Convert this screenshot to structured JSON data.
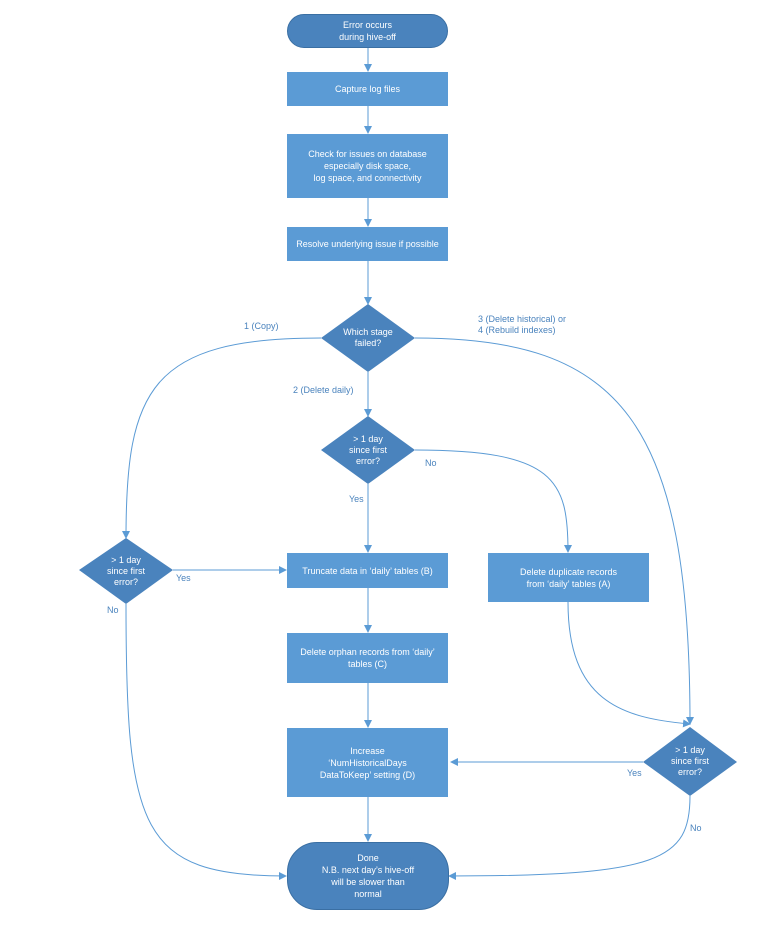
{
  "nodes": {
    "start": "Error occurs\nduring hive-off",
    "capture": "Capture log files",
    "check": "Check for issues on database\nespecially disk space,\nlog space, and connectivity",
    "resolve": "Resolve underlying issue if possible",
    "which_stage": "Which stage\nfailed?",
    "gt1_mid": "> 1 day\nsince first\nerror?",
    "gt1_left": "> 1 day\nsince first\nerror?",
    "gt1_right": "> 1 day\nsince first\nerror?",
    "truncate": "Truncate data in ‘daily’ tables (B)",
    "delete_dup": "Delete duplicate records\nfrom ‘daily’ tables (A)",
    "delete_orphan": "Delete orphan records from ‘daily’\ntables (C)",
    "increase": "Increase\n‘NumHistoricalDays\nDataToKeep’ setting (D)",
    "done": "Done\nN.B. next day’s hive-off\nwill be slower than\nnormal"
  },
  "edge_labels": {
    "copy": "1 (Copy)",
    "delete_daily": "2 (Delete daily)",
    "hist_rebuild": "3 (Delete historical) or\n4 (Rebuild indexes)",
    "mid_no": "No",
    "mid_yes": "Yes",
    "left_yes": "Yes",
    "left_no": "No",
    "right_yes": "Yes",
    "right_no": "No"
  },
  "colors": {
    "box": "#5b9bd5",
    "diamond": "#4a83bd",
    "terminal": "#4a83bd",
    "line": "#5b9bd5",
    "label": "#4a83bd"
  }
}
